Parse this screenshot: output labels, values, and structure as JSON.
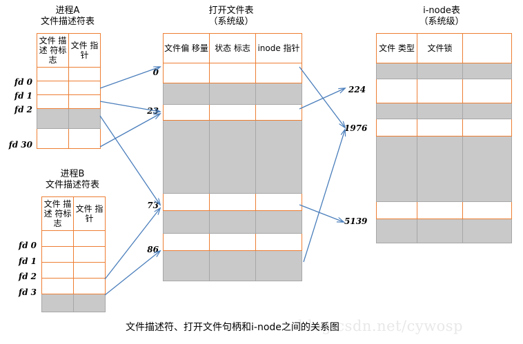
{
  "caption": {
    "text": "文件描述符、打开文件句柄和i-node之间的关系图",
    "watermark": "blog.csdn.net/cywosp"
  },
  "process_a": {
    "title": "进程A\n文件描述符表",
    "headers": [
      "文件\n描述\n符标\n志",
      "文件\n指针"
    ],
    "row_labels": [
      "fd 0",
      "fd 1",
      "fd 2",
      "",
      "fd 30"
    ],
    "row_states": [
      "white",
      "white",
      "white",
      "gray",
      "white"
    ]
  },
  "process_b": {
    "title": "进程B\n文件描述符表",
    "headers": [
      "文件\n描述\n符标\n志",
      "文件\n指针"
    ],
    "row_labels": [
      "fd 0",
      "fd 1",
      "fd 2",
      "fd 3",
      ""
    ],
    "row_states": [
      "white",
      "white",
      "white",
      "white",
      "gray"
    ]
  },
  "open_file_table": {
    "title": "打开文件表\n（系统级）",
    "headers": [
      "文件偏\n移量",
      "状态\n标志",
      "inode\n指针"
    ],
    "rows": [
      {
        "label": "0",
        "state": "white",
        "height": 30
      },
      {
        "label": "",
        "state": "gray",
        "height": 30
      },
      {
        "label": "23",
        "state": "white",
        "height": 22
      },
      {
        "label": "",
        "state": "gray",
        "height": 105
      },
      {
        "label": "73",
        "state": "white",
        "height": 24
      },
      {
        "label": "",
        "state": "gray",
        "height": 32
      },
      {
        "label": "86",
        "state": "white",
        "height": 24
      },
      {
        "label": "",
        "state": "gray",
        "height": 43
      }
    ]
  },
  "inode_table": {
    "title": "i-node表\n（系统级）",
    "headers": [
      "文件\n类型",
      "文件锁",
      ""
    ],
    "rows": [
      {
        "label": "",
        "state": "white",
        "height": 44
      },
      {
        "label": "",
        "state": "gray",
        "height": 22
      },
      {
        "label": "224",
        "state": "white",
        "height": 34
      },
      {
        "label": "",
        "state": "gray",
        "height": 22
      },
      {
        "label": "1976",
        "state": "white",
        "height": 24
      },
      {
        "label": "",
        "state": "gray",
        "height": 94
      },
      {
        "label": "5139",
        "state": "white",
        "height": 24
      },
      {
        "label": "",
        "state": "gray",
        "height": 34
      }
    ]
  },
  "colors": {
    "cell_border": "#ED7D31",
    "gray_fill": "#C9C9C9",
    "gray_border": "#A6A6A6",
    "arrow": "#4A7EBB",
    "watermark": "#E8E8E8"
  },
  "connections": [
    {
      "from": "procA.fd0",
      "to": "open.0"
    },
    {
      "from": "procA.fd1",
      "to": "open.23"
    },
    {
      "from": "procA.fd2",
      "to": "open.73"
    },
    {
      "from": "procA.fd30",
      "to": "open.23"
    },
    {
      "from": "procB.fd2",
      "to": "open.73"
    },
    {
      "from": "procB.fd3",
      "to": "open.86"
    },
    {
      "from": "open.0",
      "to": "inode.1976"
    },
    {
      "from": "open.23",
      "to": "inode.224"
    },
    {
      "from": "open.73",
      "to": "inode.5139"
    },
    {
      "from": "open.86",
      "to": "inode.1976"
    }
  ]
}
